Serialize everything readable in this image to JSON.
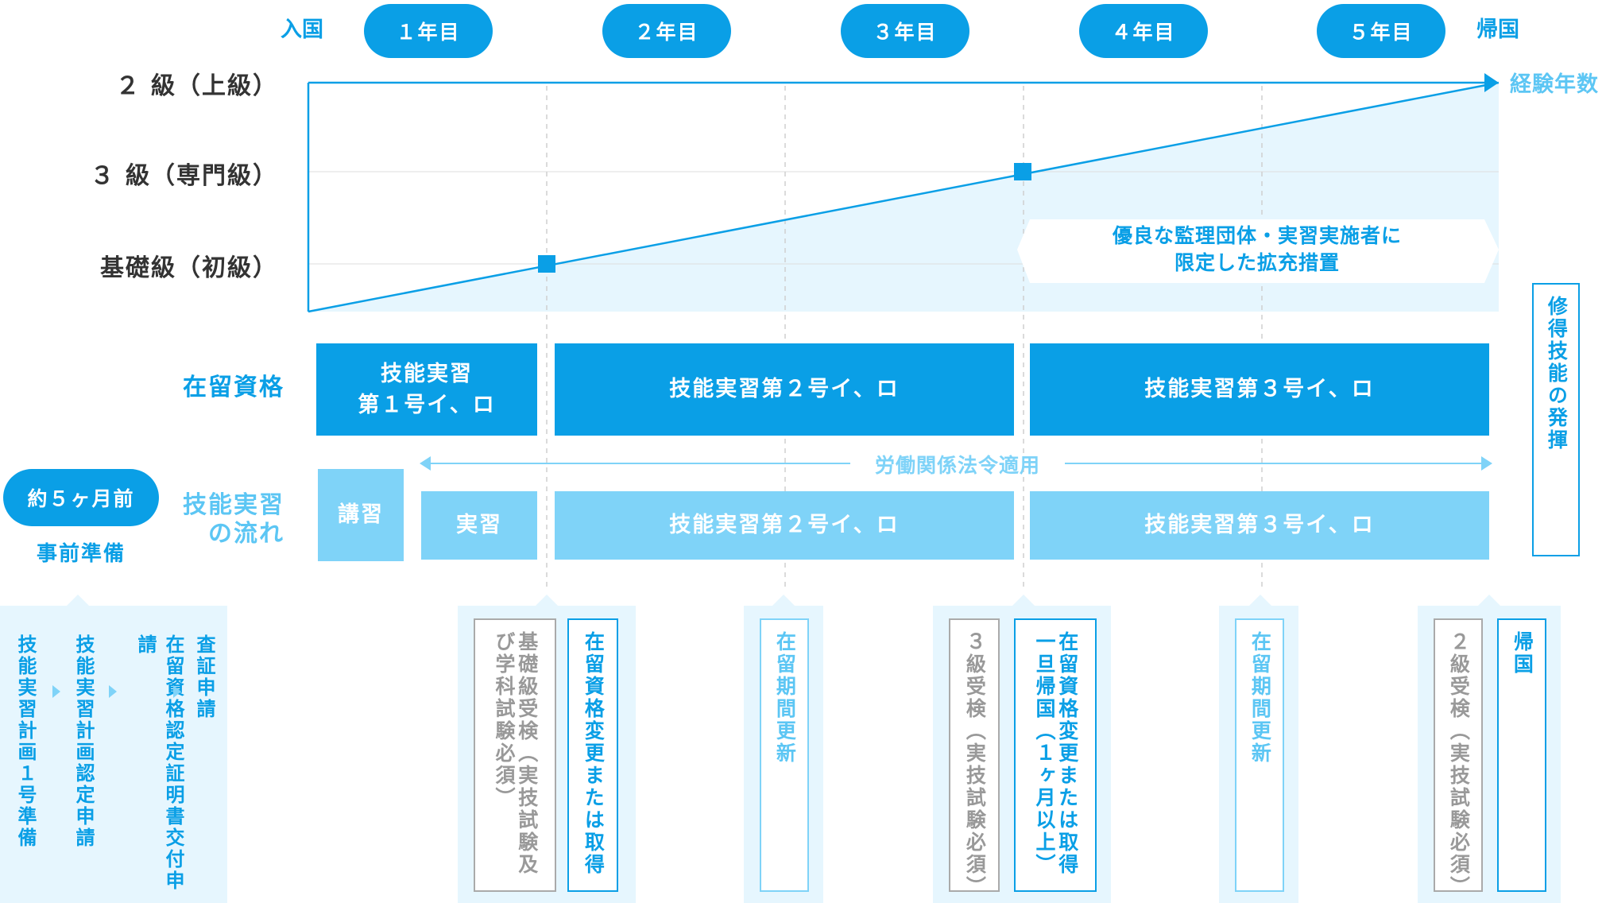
{
  "header": {
    "entry": "入国",
    "return": "帰国",
    "years": [
      "１年目",
      "２年目",
      "３年目",
      "４年目",
      "５年目"
    ]
  },
  "chart": {
    "y_levels": [
      "２ 級（上級）",
      "３ 級（専門級）",
      "基礎級（初級）"
    ],
    "axis_label": "経験年数",
    "note_line1": "優良な監理団体・実習実施者に",
    "note_line2": "限定した拡充措置"
  },
  "status": {
    "label": "在留資格",
    "blocks": [
      {
        "line1": "技能実習",
        "line2": "第１号イ、ロ"
      },
      {
        "line1": "技能実習第２号イ、ロ"
      },
      {
        "line1": "技能実習第３号イ、ロ"
      }
    ]
  },
  "labor_law": "労働関係法令適用",
  "flow": {
    "label_line1": "技能実習",
    "label_line2": "の流れ",
    "blocks": [
      "講習",
      "実習",
      "技能実習第２号イ、ロ",
      "技能実習第３号イ、ロ"
    ]
  },
  "prep": {
    "pill": "約５ヶ月前",
    "caption": "事前準備",
    "steps": [
      "技能実習計画１号準備",
      "技能実習計画認定申請",
      "在留資格認定証明書交付申請",
      "査証申請"
    ]
  },
  "skill_box": "修得技能の発揮",
  "milestones": {
    "m1_grey": "基礎級受検（実技試験及び学科試験必須）",
    "m1_blue": "在留資格変更または取得",
    "m2": "在留期間更新",
    "m3_grey": "３級受検（実技試験必須）",
    "m3_blue_a": "在留資格変更または取得",
    "m3_blue_b": "一旦帰国（１ヶ月以上）",
    "m4": "在留期間更新",
    "m5_grey": "２級受検（実技試験必須）",
    "m5_blue": "帰国"
  },
  "colors": {
    "primary": "#0a9fe6",
    "light": "#7fd3f8",
    "panel": "#e6f6fe",
    "grey": "#aaaaaa"
  }
}
